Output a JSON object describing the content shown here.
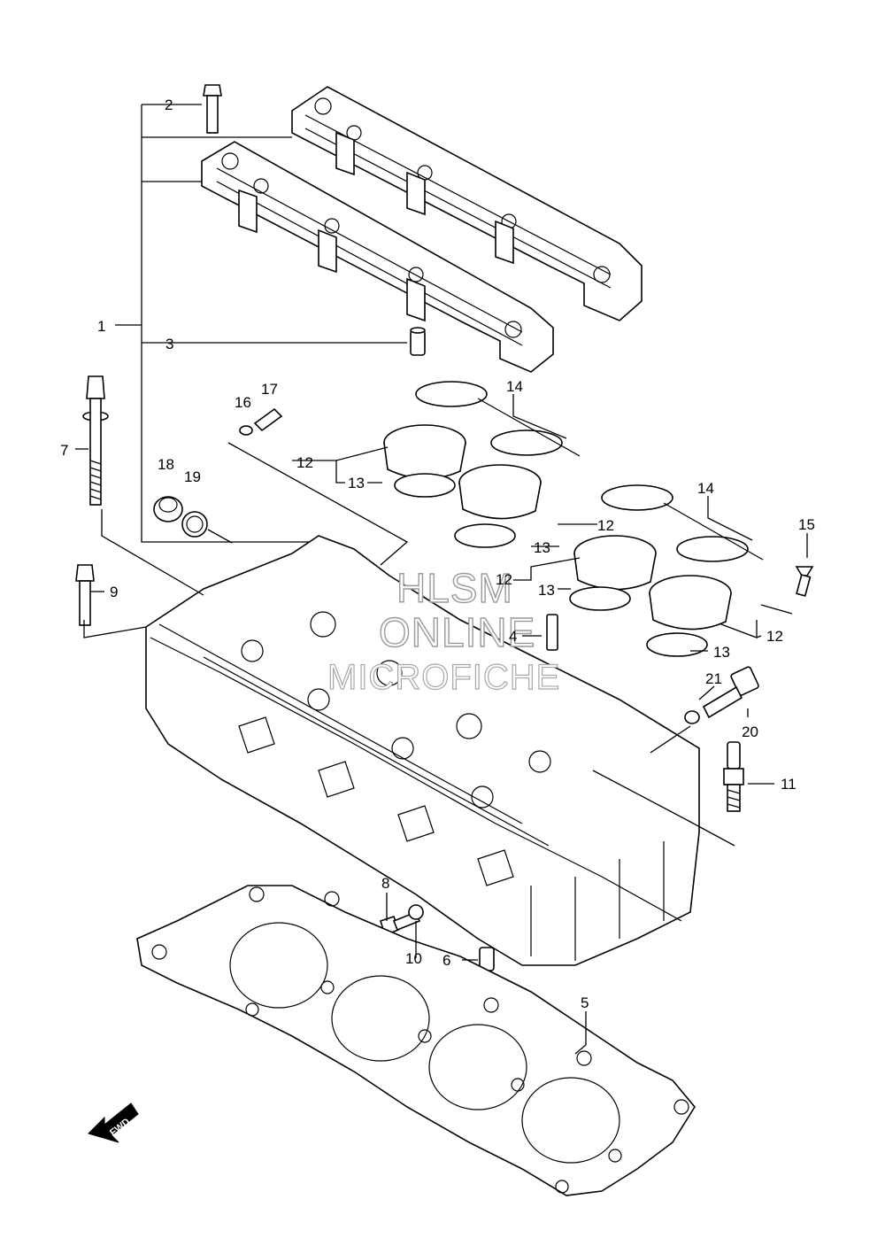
{
  "diagram": {
    "callouts": [
      {
        "id": "c1",
        "text": "1"
      },
      {
        "id": "c2",
        "text": "2"
      },
      {
        "id": "c3",
        "text": "3"
      },
      {
        "id": "c4",
        "text": "4"
      },
      {
        "id": "c5",
        "text": "5"
      },
      {
        "id": "c6",
        "text": "6"
      },
      {
        "id": "c7",
        "text": "7"
      },
      {
        "id": "c8",
        "text": "8"
      },
      {
        "id": "c9",
        "text": "9"
      },
      {
        "id": "c10",
        "text": "10"
      },
      {
        "id": "c11",
        "text": "11"
      },
      {
        "id": "c12a",
        "text": "12"
      },
      {
        "id": "c12b",
        "text": "12"
      },
      {
        "id": "c12c",
        "text": "12"
      },
      {
        "id": "c12d",
        "text": "12"
      },
      {
        "id": "c13a",
        "text": "13"
      },
      {
        "id": "c13b",
        "text": "13"
      },
      {
        "id": "c13c",
        "text": "13"
      },
      {
        "id": "c13d",
        "text": "13"
      },
      {
        "id": "c14a",
        "text": "14"
      },
      {
        "id": "c14b",
        "text": "14"
      },
      {
        "id": "c15",
        "text": "15"
      },
      {
        "id": "c16",
        "text": "16"
      },
      {
        "id": "c17",
        "text": "17"
      },
      {
        "id": "c18",
        "text": "18"
      },
      {
        "id": "c19",
        "text": "19"
      },
      {
        "id": "c20",
        "text": "20"
      },
      {
        "id": "c21",
        "text": "21"
      }
    ],
    "fwd_label": "FWD",
    "watermark": {
      "line1": "HLSM",
      "line2": "ONLINE",
      "line3": "MICROFICHE"
    }
  }
}
